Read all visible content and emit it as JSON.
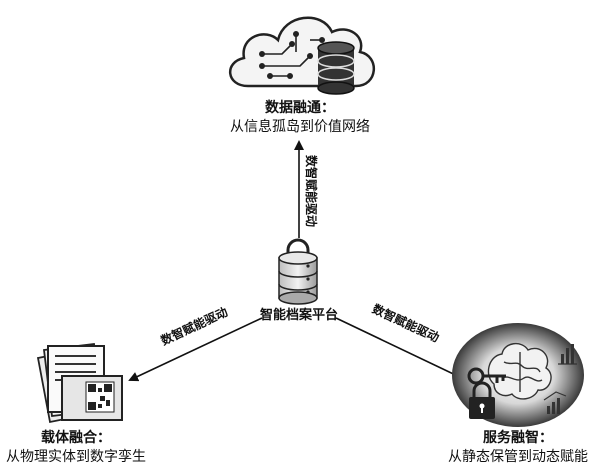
{
  "nodes": {
    "top": {
      "title": "数据融通：",
      "subtitle": "从信息孤岛到价值网络"
    },
    "center": {
      "label": "智能档案平台"
    },
    "left": {
      "title": "载体融合：",
      "subtitle": "从物理实体到数字孪生"
    },
    "right": {
      "title": "服务融智：",
      "subtitle": "从静态保管到动态赋能"
    }
  },
  "edges": {
    "up": "数智赋能驱动",
    "left": "数智赋能驱动",
    "right": "数智赋能驱动"
  },
  "icons": {
    "top": "cloud-network-database-icon",
    "center": "database-lock-icon",
    "left": "documents-qr-code-icon",
    "right": "brain-key-lock-icon"
  }
}
